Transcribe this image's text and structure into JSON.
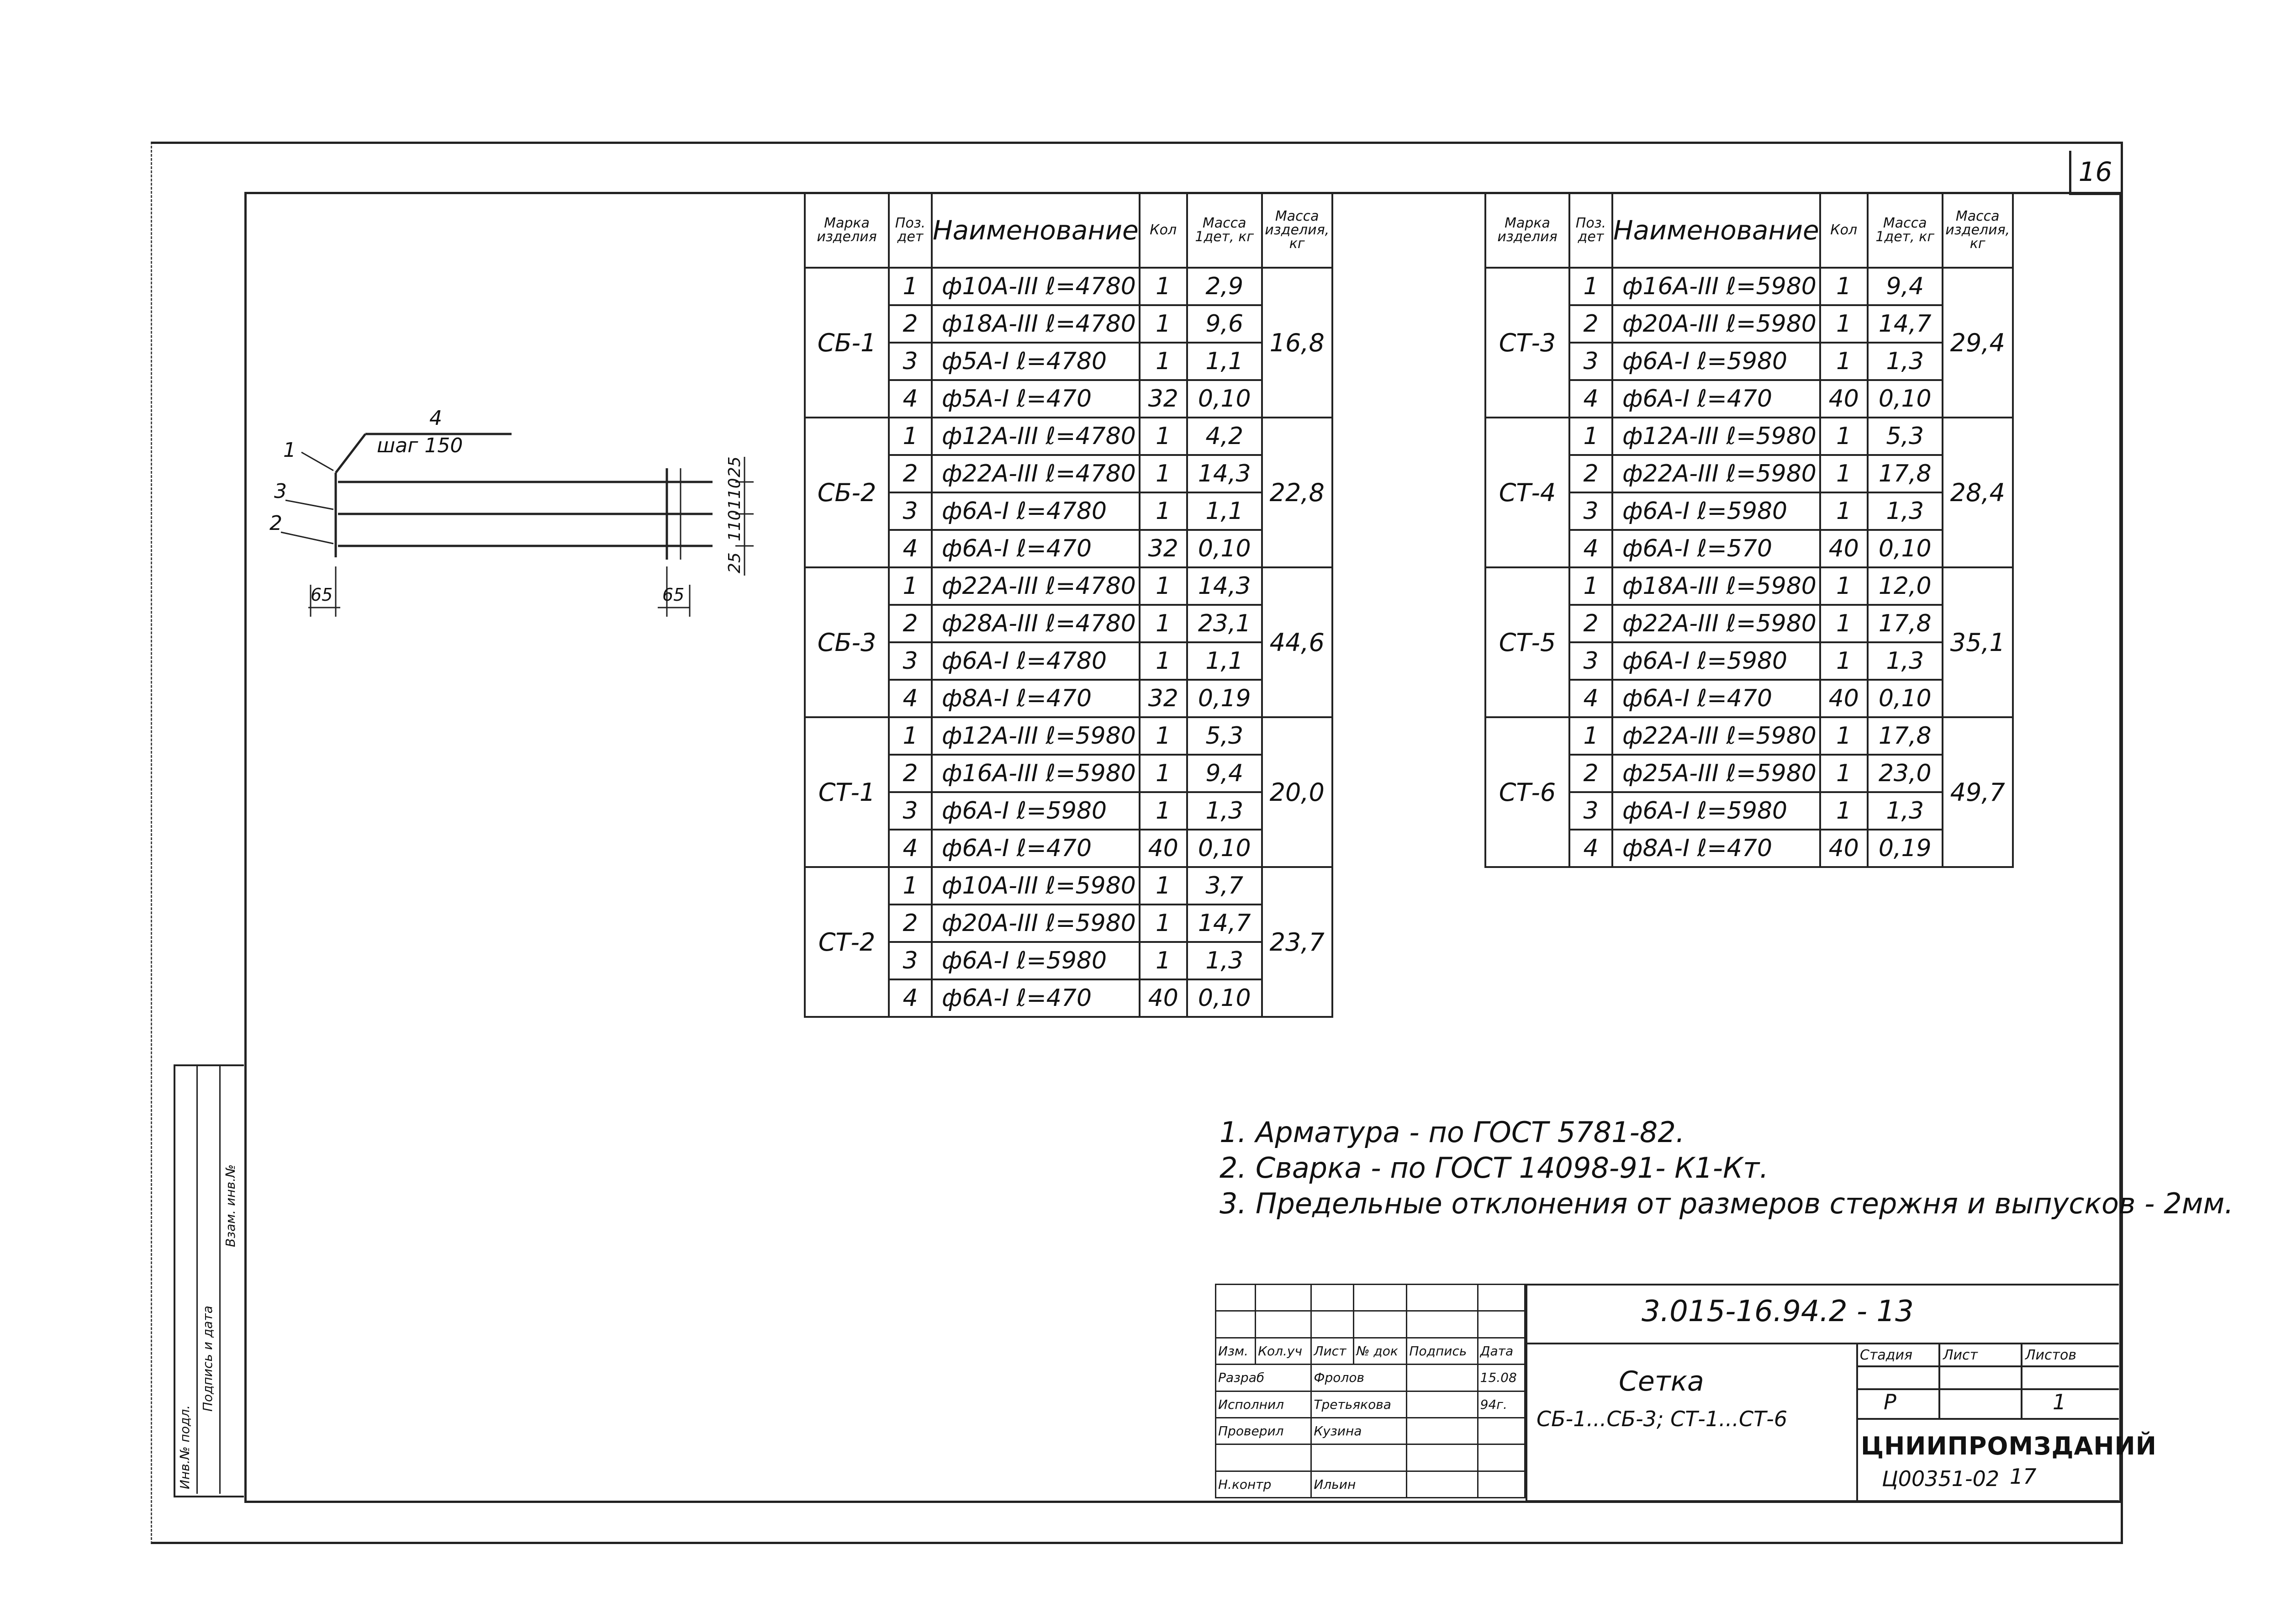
{
  "sheet_number": "16",
  "headers": {
    "mark": "Марка изделия",
    "pos": "Поз. дет",
    "name": "Наименование",
    "qty": "Кол",
    "mass_one": "Масса 1дет, кг",
    "mass_total": "Масса изделия, кг"
  },
  "left_table": [
    {
      "mark": "СБ-1",
      "total": "16,8",
      "rows": [
        {
          "pos": "1",
          "name": "ф10А-III  ℓ=4780",
          "qty": "1",
          "mass": "2,9"
        },
        {
          "pos": "2",
          "name": "ф18А-III  ℓ=4780",
          "qty": "1",
          "mass": "9,6"
        },
        {
          "pos": "3",
          "name": "ф5А-I   ℓ=4780",
          "qty": "1",
          "mass": "1,1"
        },
        {
          "pos": "4",
          "name": "ф5А-I   ℓ=470",
          "qty": "32",
          "mass": "0,10"
        }
      ]
    },
    {
      "mark": "СБ-2",
      "total": "22,8",
      "rows": [
        {
          "pos": "1",
          "name": "ф12А-III  ℓ=4780",
          "qty": "1",
          "mass": "4,2"
        },
        {
          "pos": "2",
          "name": "ф22А-III  ℓ=4780",
          "qty": "1",
          "mass": "14,3"
        },
        {
          "pos": "3",
          "name": "ф6А-I   ℓ=4780",
          "qty": "1",
          "mass": "1,1"
        },
        {
          "pos": "4",
          "name": "ф6А-I   ℓ=470",
          "qty": "32",
          "mass": "0,10"
        }
      ]
    },
    {
      "mark": "СБ-3",
      "total": "44,6",
      "rows": [
        {
          "pos": "1",
          "name": "ф22А-III  ℓ=4780",
          "qty": "1",
          "mass": "14,3"
        },
        {
          "pos": "2",
          "name": "ф28А-III  ℓ=4780",
          "qty": "1",
          "mass": "23,1"
        },
        {
          "pos": "3",
          "name": "ф6А-I   ℓ=4780",
          "qty": "1",
          "mass": "1,1"
        },
        {
          "pos": "4",
          "name": "ф8А-I   ℓ=470",
          "qty": "32",
          "mass": "0,19"
        }
      ]
    },
    {
      "mark": "СТ-1",
      "total": "20,0",
      "rows": [
        {
          "pos": "1",
          "name": "ф12А-III  ℓ=5980",
          "qty": "1",
          "mass": "5,3"
        },
        {
          "pos": "2",
          "name": "ф16А-III  ℓ=5980",
          "qty": "1",
          "mass": "9,4"
        },
        {
          "pos": "3",
          "name": "ф6А-I   ℓ=5980",
          "qty": "1",
          "mass": "1,3"
        },
        {
          "pos": "4",
          "name": "ф6А-I   ℓ=470",
          "qty": "40",
          "mass": "0,10"
        }
      ]
    },
    {
      "mark": "СТ-2",
      "total": "23,7",
      "rows": [
        {
          "pos": "1",
          "name": "ф10А-III  ℓ=5980",
          "qty": "1",
          "mass": "3,7"
        },
        {
          "pos": "2",
          "name": "ф20А-III  ℓ=5980",
          "qty": "1",
          "mass": "14,7"
        },
        {
          "pos": "3",
          "name": "ф6А-I   ℓ=5980",
          "qty": "1",
          "mass": "1,3"
        },
        {
          "pos": "4",
          "name": "ф6А-I   ℓ=470",
          "qty": "40",
          "mass": "0,10"
        }
      ]
    }
  ],
  "right_table": [
    {
      "mark": "СТ-3",
      "total": "29,4",
      "rows": [
        {
          "pos": "1",
          "name": "ф16А-III  ℓ=5980",
          "qty": "1",
          "mass": "9,4"
        },
        {
          "pos": "2",
          "name": "ф20А-III  ℓ=5980",
          "qty": "1",
          "mass": "14,7"
        },
        {
          "pos": "3",
          "name": "ф6А-I   ℓ=5980",
          "qty": "1",
          "mass": "1,3"
        },
        {
          "pos": "4",
          "name": "ф6А-I   ℓ=470",
          "qty": "40",
          "mass": "0,10"
        }
      ]
    },
    {
      "mark": "СТ-4",
      "total": "28,4",
      "rows": [
        {
          "pos": "1",
          "name": "ф12А-III  ℓ=5980",
          "qty": "1",
          "mass": "5,3"
        },
        {
          "pos": "2",
          "name": "ф22А-III  ℓ=5980",
          "qty": "1",
          "mass": "17,8"
        },
        {
          "pos": "3",
          "name": "ф6А-I   ℓ=5980",
          "qty": "1",
          "mass": "1,3"
        },
        {
          "pos": "4",
          "name": "ф6А-I   ℓ=570",
          "qty": "40",
          "mass": "0,10"
        }
      ]
    },
    {
      "mark": "СТ-5",
      "total": "35,1",
      "rows": [
        {
          "pos": "1",
          "name": "ф18А-III  ℓ=5980",
          "qty": "1",
          "mass": "12,0"
        },
        {
          "pos": "2",
          "name": "ф22А-III  ℓ=5980",
          "qty": "1",
          "mass": "17,8"
        },
        {
          "pos": "3",
          "name": "ф6А-I   ℓ=5980",
          "qty": "1",
          "mass": "1,3"
        },
        {
          "pos": "4",
          "name": "ф6А-I   ℓ=470",
          "qty": "40",
          "mass": "0,10"
        }
      ]
    },
    {
      "mark": "СТ-6",
      "total": "49,7",
      "rows": [
        {
          "pos": "1",
          "name": "ф22А-III  ℓ=5980",
          "qty": "1",
          "mass": "17,8"
        },
        {
          "pos": "2",
          "name": "ф25А-III  ℓ=5980",
          "qty": "1",
          "mass": "23,0"
        },
        {
          "pos": "3",
          "name": "ф6А-I   ℓ=5980",
          "qty": "1",
          "mass": "1,3"
        },
        {
          "pos": "4",
          "name": "ф8А-I   ℓ=470",
          "qty": "40",
          "mass": "0,19"
        }
      ]
    }
  ],
  "drawing": {
    "label_pos4": "4",
    "label_step": "шаг 150",
    "label_1": "1",
    "label_3": "3",
    "label_2": "2",
    "dim_left": "65",
    "dim_right": "65",
    "dim_v1": "25",
    "dim_v2": "110",
    "dim_v3": "110",
    "dim_v4": "25"
  },
  "notes": [
    "1. Арматура - по ГОСТ 5781-82.",
    "2. Сварка - по ГОСТ 14098-91- К1-Кт.",
    "3. Предельные отклонения от размеров стержня и выпусков - 2мм."
  ],
  "stamp": {
    "doc_code": "3.015-16.94.2 - 13",
    "title": "Сетка",
    "subtitle": "СБ-1...СБ-3; СТ-1...СТ-6",
    "org": "ЦНИИПРОМЗДАНИЙ",
    "stage_label": "Стадия",
    "stage": "Р",
    "sheet_label": "Лист",
    "sheets_label": "Листов",
    "sheets": "1",
    "head_cols": [
      "Изм.",
      "Кол.уч",
      "Лист",
      "№ док",
      "Подпись",
      "Дата"
    ],
    "roles": [
      {
        "role": "Разраб",
        "name": "Фролов",
        "date": "15.08"
      },
      {
        "role": "Исполнил",
        "name": "Третьякова",
        "date": "94г."
      },
      {
        "role": "Проверил",
        "name": "Кузина",
        "date": ""
      },
      {
        "role": "",
        "name": "",
        "date": ""
      },
      {
        "role": "Н.контр",
        "name": "Ильин",
        "date": ""
      }
    ],
    "bottom_code": "Ц00351-02",
    "bottom_num": "17"
  },
  "side_strip": [
    "Инв.№ подл.",
    "Подпись и дата",
    "Взам. инв.№"
  ]
}
